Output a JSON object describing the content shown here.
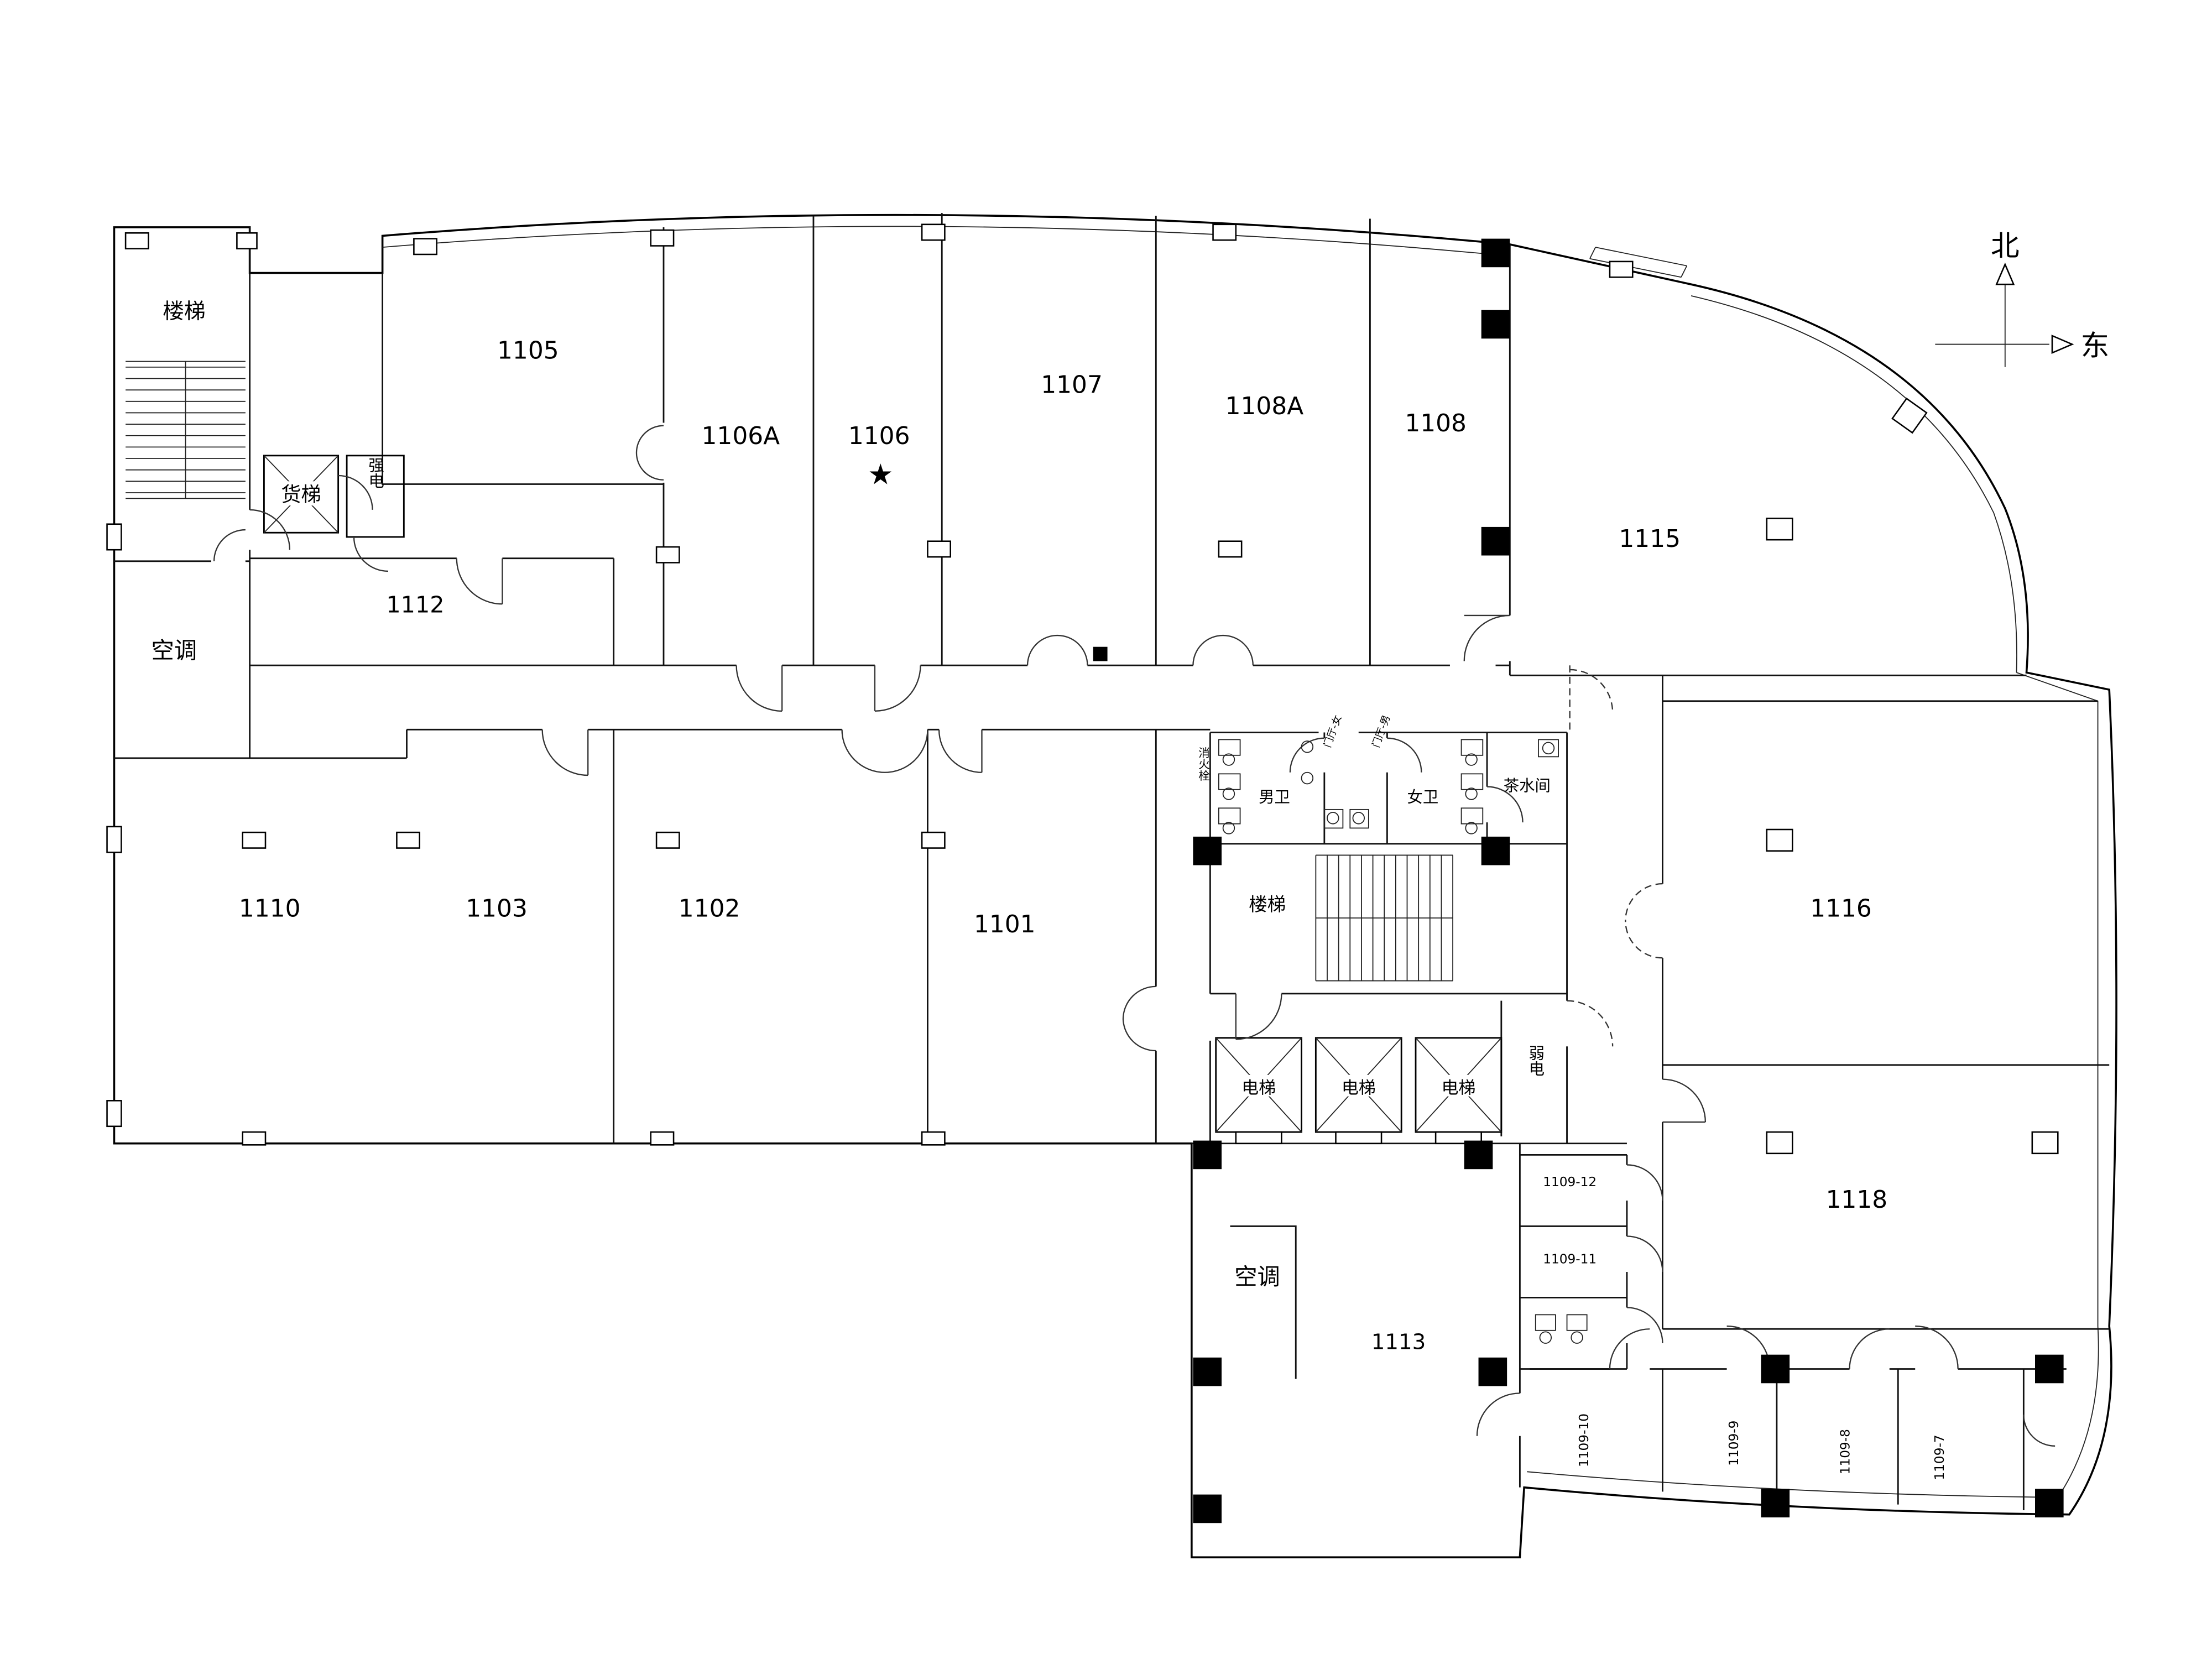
{
  "colors": {
    "line": "#000000",
    "background": "#ffffff"
  },
  "compass": {
    "north": "北",
    "east": "东"
  },
  "core": {
    "stairs_nw": "楼梯",
    "freight_elevator": "货梯",
    "strong_electrical": "强电",
    "hvac_west": "空调",
    "hvac_south": "空调",
    "stairs_center": "楼梯",
    "mens_toilet": "男卫",
    "womens_toilet": "女卫",
    "pantry": "茶水间",
    "fire_hydrant": "消火栓",
    "hall_female": "门厅-女",
    "hall_male": "门厅-男",
    "elevator_1": "电梯",
    "elevator_2": "电梯",
    "elevator_3": "电梯",
    "weak_electrical": "弱电",
    "star_marker": "★"
  },
  "rooms": {
    "r1101": "1101",
    "r1102": "1102",
    "r1103": "1103",
    "r1105": "1105",
    "r1106": "1106",
    "r1106a": "1106A",
    "r1107": "1107",
    "r1108": "1108",
    "r1108a": "1108A",
    "r1110": "1110",
    "r1112": "1112",
    "r1113": "1113",
    "r1115": "1115",
    "r1116": "1116",
    "r1118": "1118",
    "r1109_7": "1109-7",
    "r1109_8": "1109-8",
    "r1109_9": "1109-9",
    "r1109_10": "1109-10",
    "r1109_11": "1109-11",
    "r1109_12": "1109-12"
  }
}
